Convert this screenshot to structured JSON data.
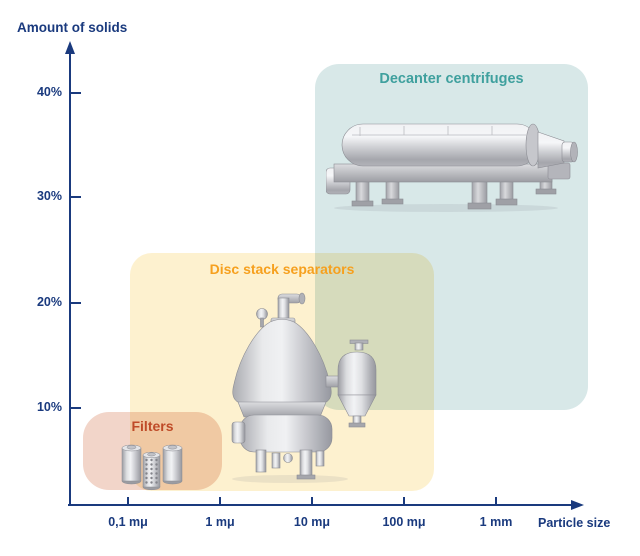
{
  "axes": {
    "y_title": "Amount of solids",
    "x_label": "Particle size",
    "y_ticks": [
      "40%",
      "30%",
      "20%",
      "10%"
    ],
    "x_ticks": [
      "0,1 mμ",
      "1 mμ",
      "10 mμ",
      "100 mμ",
      "1 mm"
    ]
  },
  "regions": [
    {
      "id": "filters",
      "label": "Filters"
    },
    {
      "id": "disc-stack-separators",
      "label": "Disc stack separators"
    },
    {
      "id": "decanter-centrifuges",
      "label": "Decanter centrifuges"
    }
  ],
  "icons": {
    "filters": "filter-cartridges-icon",
    "disc": "disc-stack-separator-machine-icon",
    "decanter": "decanter-centrifuge-machine-icon"
  },
  "colors": {
    "axis_and_text": "#1a3a7e",
    "filters_fill": "#f2d5c9",
    "filters_label": "#bf4b28",
    "disc_fill": "#fdf1cf",
    "disc_label": "#f6a01e",
    "decanter_fill": "#d8e8e8",
    "decanter_label": "#3fa09e"
  },
  "chart_data": {
    "type": "area",
    "title": "",
    "xlabel": "Particle size",
    "ylabel": "Amount of solids",
    "x_scale": "log",
    "x_tick_labels": [
      "0,1 mμ",
      "1 mμ",
      "10 mμ",
      "100 mμ",
      "1 mm"
    ],
    "y_tick_labels": [
      "10%",
      "20%",
      "30%",
      "40%"
    ],
    "ylim_percent": [
      0,
      45
    ],
    "grid": false,
    "legend": "none",
    "regions": [
      {
        "name": "Filters",
        "particle_size_range": [
          "<0,1 mμ",
          "1 mμ"
        ],
        "solids_percent_range": [
          2,
          10
        ],
        "fill": "#f2d5c9"
      },
      {
        "name": "Disc stack separators",
        "particle_size_range": [
          "0,1 mμ",
          "~200 mμ"
        ],
        "solids_percent_range": [
          3,
          25
        ],
        "fill": "#fdf1cf"
      },
      {
        "name": "Decanter centrifuges",
        "particle_size_range": [
          "10 mμ",
          ">1 mm"
        ],
        "solids_percent_range": [
          10,
          43
        ],
        "fill": "#d8e8e8"
      }
    ]
  }
}
